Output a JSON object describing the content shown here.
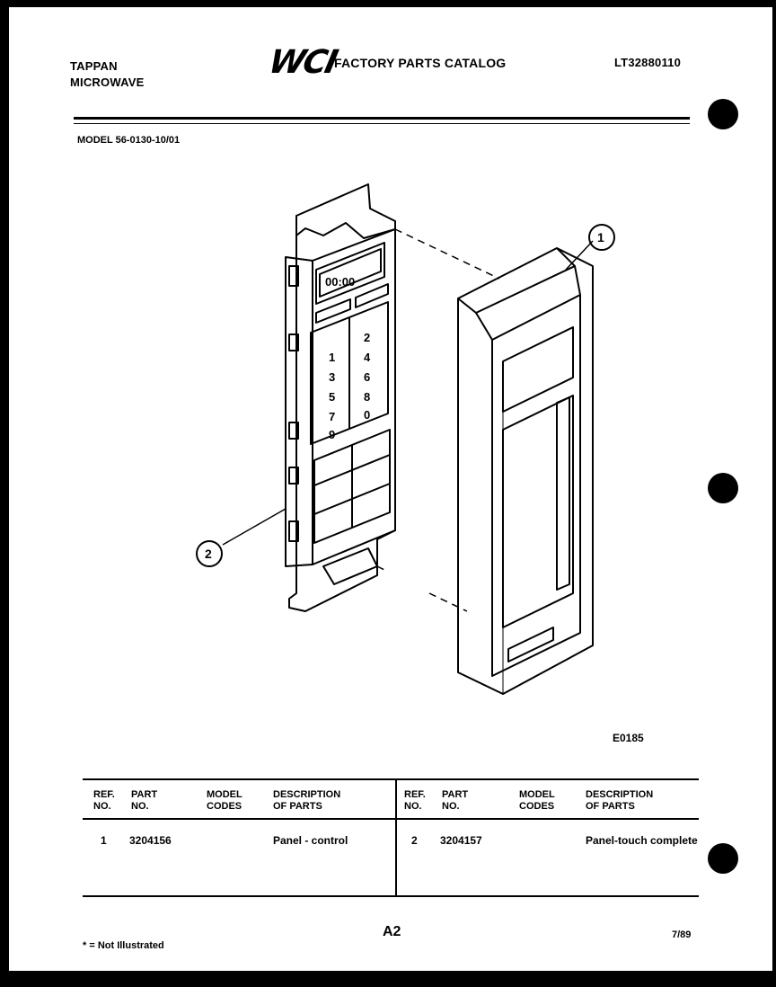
{
  "header": {
    "brand_line1": "TAPPAN",
    "brand_line2": "MICROWAVE",
    "logo": "WCI",
    "catalog_title": "FACTORY PARTS CATALOG",
    "catalog_number": "LT32880110",
    "model": "MODEL 56-0130-10/01"
  },
  "diagram": {
    "display_readout": "00:00",
    "keypad_digits": [
      "1",
      "2",
      "3",
      "4",
      "5",
      "6",
      "7",
      "8",
      "9",
      "0"
    ],
    "callouts": [
      "1",
      "2"
    ],
    "drawing_code": "E0185"
  },
  "table": {
    "col_ref_line1": "REF.",
    "col_ref_line2": "NO.",
    "col_part_line1": "PART",
    "col_part_line2": "NO.",
    "col_model_line1": "MODEL",
    "col_model_line2": "CODES",
    "col_desc_line1": "DESCRIPTION",
    "col_desc_line2": "OF PARTS",
    "rows": [
      {
        "ref": "1",
        "part": "3204156",
        "codes": "",
        "description": "Panel - control"
      },
      {
        "ref": "2",
        "part": "3204157",
        "codes": "",
        "description": "Panel-touch complete"
      }
    ]
  },
  "footer": {
    "page_label": "A2",
    "date": "7/89",
    "note": "* = Not Illustrated"
  }
}
